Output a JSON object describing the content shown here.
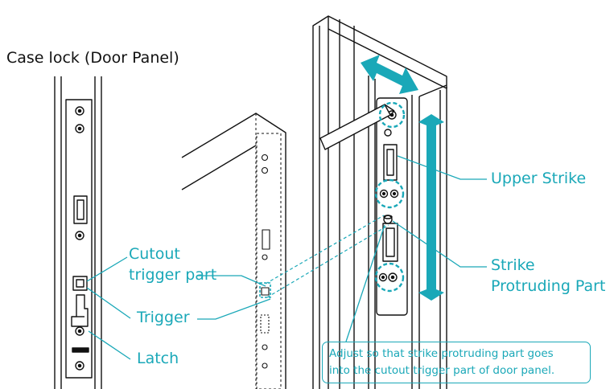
{
  "title": "Case lock (Door Panel)",
  "labels": {
    "cutout_line1": "Cutout",
    "cutout_line2": "trigger part",
    "trigger": "Trigger",
    "latch": "Latch",
    "upper_strike": "Upper Strike",
    "strike_line1": "Strike",
    "strike_line2": "Protruding Part"
  },
  "note": {
    "line1": "Adjust so that strike protruding part goes",
    "line2": "into the cutout trigger part of door panel."
  },
  "colors": {
    "accent": "#1aa8b8",
    "line": "#111111"
  }
}
